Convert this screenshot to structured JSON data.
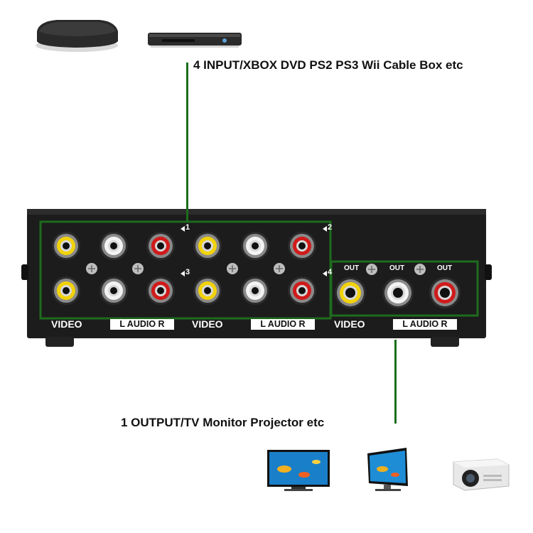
{
  "captions": {
    "input": "4 INPUT/XBOX DVD PS2 PS3 Wii Cable Box etc",
    "output": "1 OUTPUT/TV Monitor Projector etc"
  },
  "panel": {
    "video_label": "VIDEO",
    "audio_label": "L  AUDIO R",
    "out_label": "OUT",
    "port_numbers": [
      "1",
      "2",
      "3",
      "4"
    ]
  },
  "colors": {
    "case": "#1a1a1a",
    "highlight": "#1e6b1e",
    "yellow": "#f2d20a",
    "white": "#f3f3f3",
    "red": "#d11a1a"
  }
}
